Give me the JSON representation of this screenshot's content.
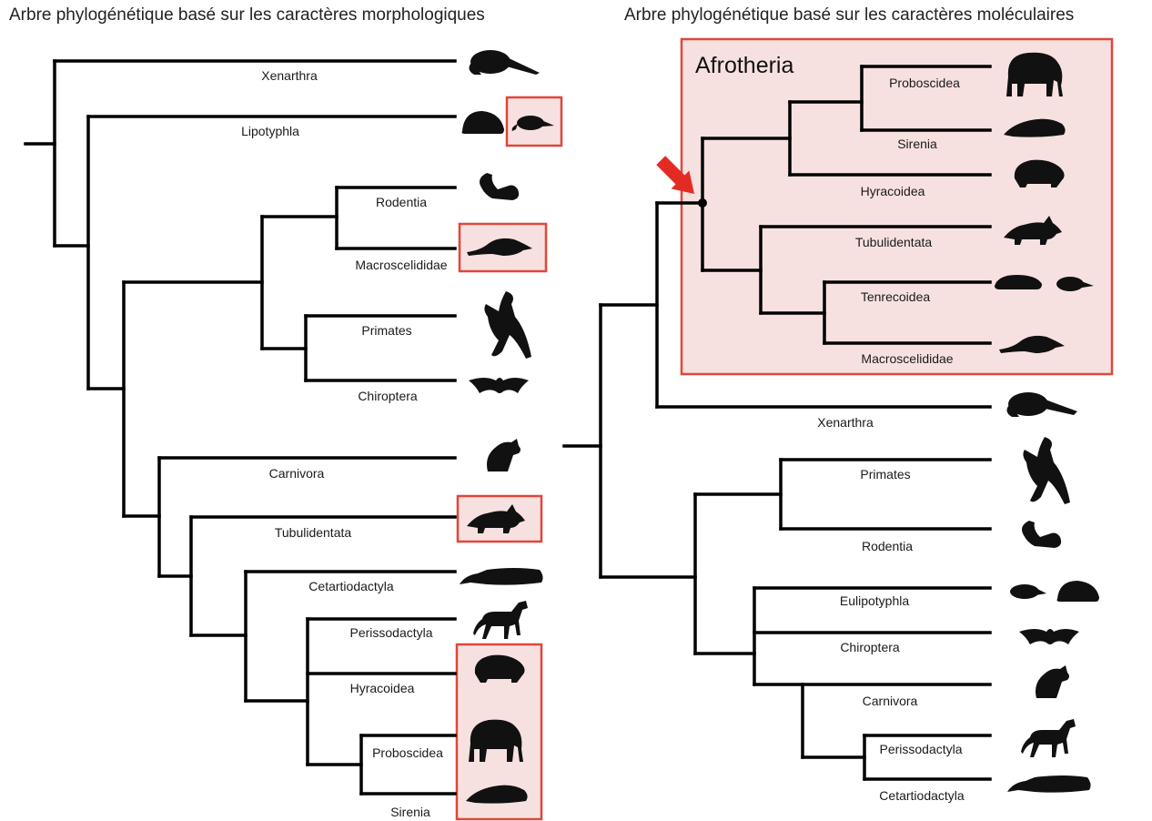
{
  "titles": {
    "left": "Arbre phylogénétique basé sur les caractères morphologiques",
    "right": "Arbre phylogénétique basé sur les caractères moléculaires"
  },
  "left_tree": {
    "taxa": [
      "Xenarthra",
      "Lipotyphla",
      "Rodentia",
      "Macroscelididae",
      "Primates",
      "Chiroptera",
      "Carnivora",
      "Tubulidentata",
      "Cetartiodactyla",
      "Perissodactyla",
      "Hyracoidea",
      "Proboscidea",
      "Sirenia"
    ]
  },
  "right_tree": {
    "group_label": "Afrotheria",
    "taxa": [
      "Proboscidea",
      "Sirenia",
      "Hyracoidea",
      "Tubulidentata",
      "Tenrecoidea",
      "Macroscelididae",
      "Xenarthra",
      "Primates",
      "Rodentia",
      "Eulipotyphla",
      "Chiroptera",
      "Carnivora",
      "Perissodactyla",
      "Cetartiodactyla"
    ]
  },
  "icons": {
    "left": [
      "anteater-icon",
      "hedgehog-icon",
      "shrew-icon",
      "squirrel-icon",
      "elephant-shrew-icon",
      "monkey-icon",
      "bat-icon",
      "cat-icon",
      "aardvark-icon",
      "whale-icon",
      "horse-icon",
      "hyrax-icon",
      "elephant-icon",
      "dugong-icon"
    ],
    "right": [
      "elephant-icon",
      "dugong-icon",
      "hyrax-icon",
      "aardvark-icon",
      "tenrec-icon",
      "golden-mole-icon",
      "elephant-shrew-icon",
      "anteater-icon",
      "monkey-icon",
      "squirrel-icon",
      "mole-icon",
      "hedgehog-icon",
      "bat-icon",
      "cat-icon",
      "horse-icon",
      "whale-icon"
    ]
  },
  "colors": {
    "line": "#000000",
    "highlight_border": "#e0463a",
    "highlight_fill": "#f7e1e0",
    "silhouette": "#111111",
    "arrow": "#e32b24"
  }
}
